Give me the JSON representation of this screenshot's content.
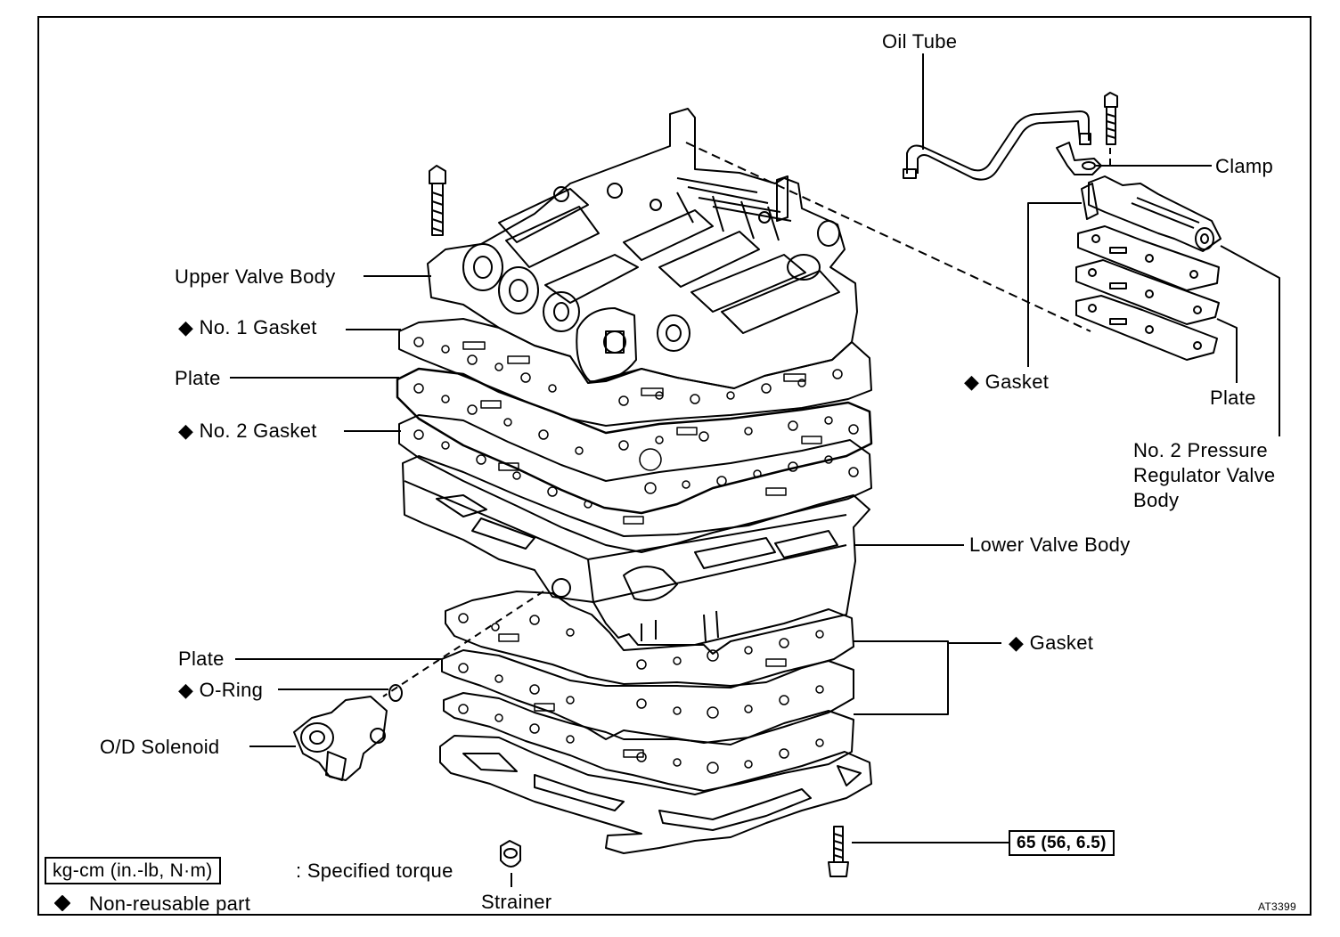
{
  "labels": {
    "oil_tube": "Oil Tube",
    "clamp": "Clamp",
    "upper_valve_body": "Upper Valve Body",
    "no1_gasket": "No. 1 Gasket",
    "plate_upper": "Plate",
    "no2_gasket": "No. 2 Gasket",
    "gasket_right": "Gasket",
    "plate_right": "Plate",
    "no2_pressure_regulator": "No. 2 Pressure\nRegulator Valve\nBody",
    "lower_valve_body": "Lower Valve Body",
    "gasket_lower": "Gasket",
    "plate_lower": "Plate",
    "o_ring": "O-Ring",
    "od_solenoid": "O/D Solenoid",
    "strainer": "Strainer"
  },
  "legend": {
    "torque_unit": "kg-cm (in.-lb, N·m)",
    "torque_desc": ": Specified torque",
    "nonreusable_desc": "Non-reusable part",
    "nonreusable_symbol": "◆"
  },
  "torque_spec": "65 (56, 6.5)",
  "figure_id": "AT3399"
}
